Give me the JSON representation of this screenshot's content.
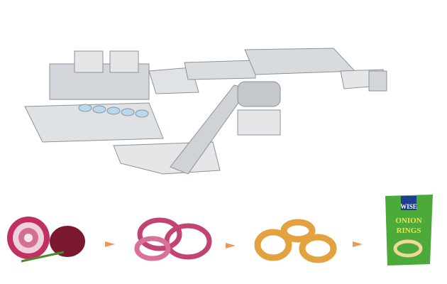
{
  "scene": {
    "subject": "onion-rings-production-line",
    "colors": {
      "steel": "#c9ccd0",
      "steel_dark": "#8d9297",
      "onion": "#8e1d3a",
      "ring": "#e8a64a",
      "bag": "#4caa3a",
      "arrow": "#e89a5a"
    }
  },
  "process_steps": [
    {
      "name": "whole-onion"
    },
    {
      "name": "sliced-onion-rings"
    },
    {
      "name": "fried-onion-rings"
    },
    {
      "name": "packaged-onion-rings"
    }
  ],
  "package": {
    "brand": "WISE",
    "line1": "ONION",
    "line2": "RINGS"
  }
}
